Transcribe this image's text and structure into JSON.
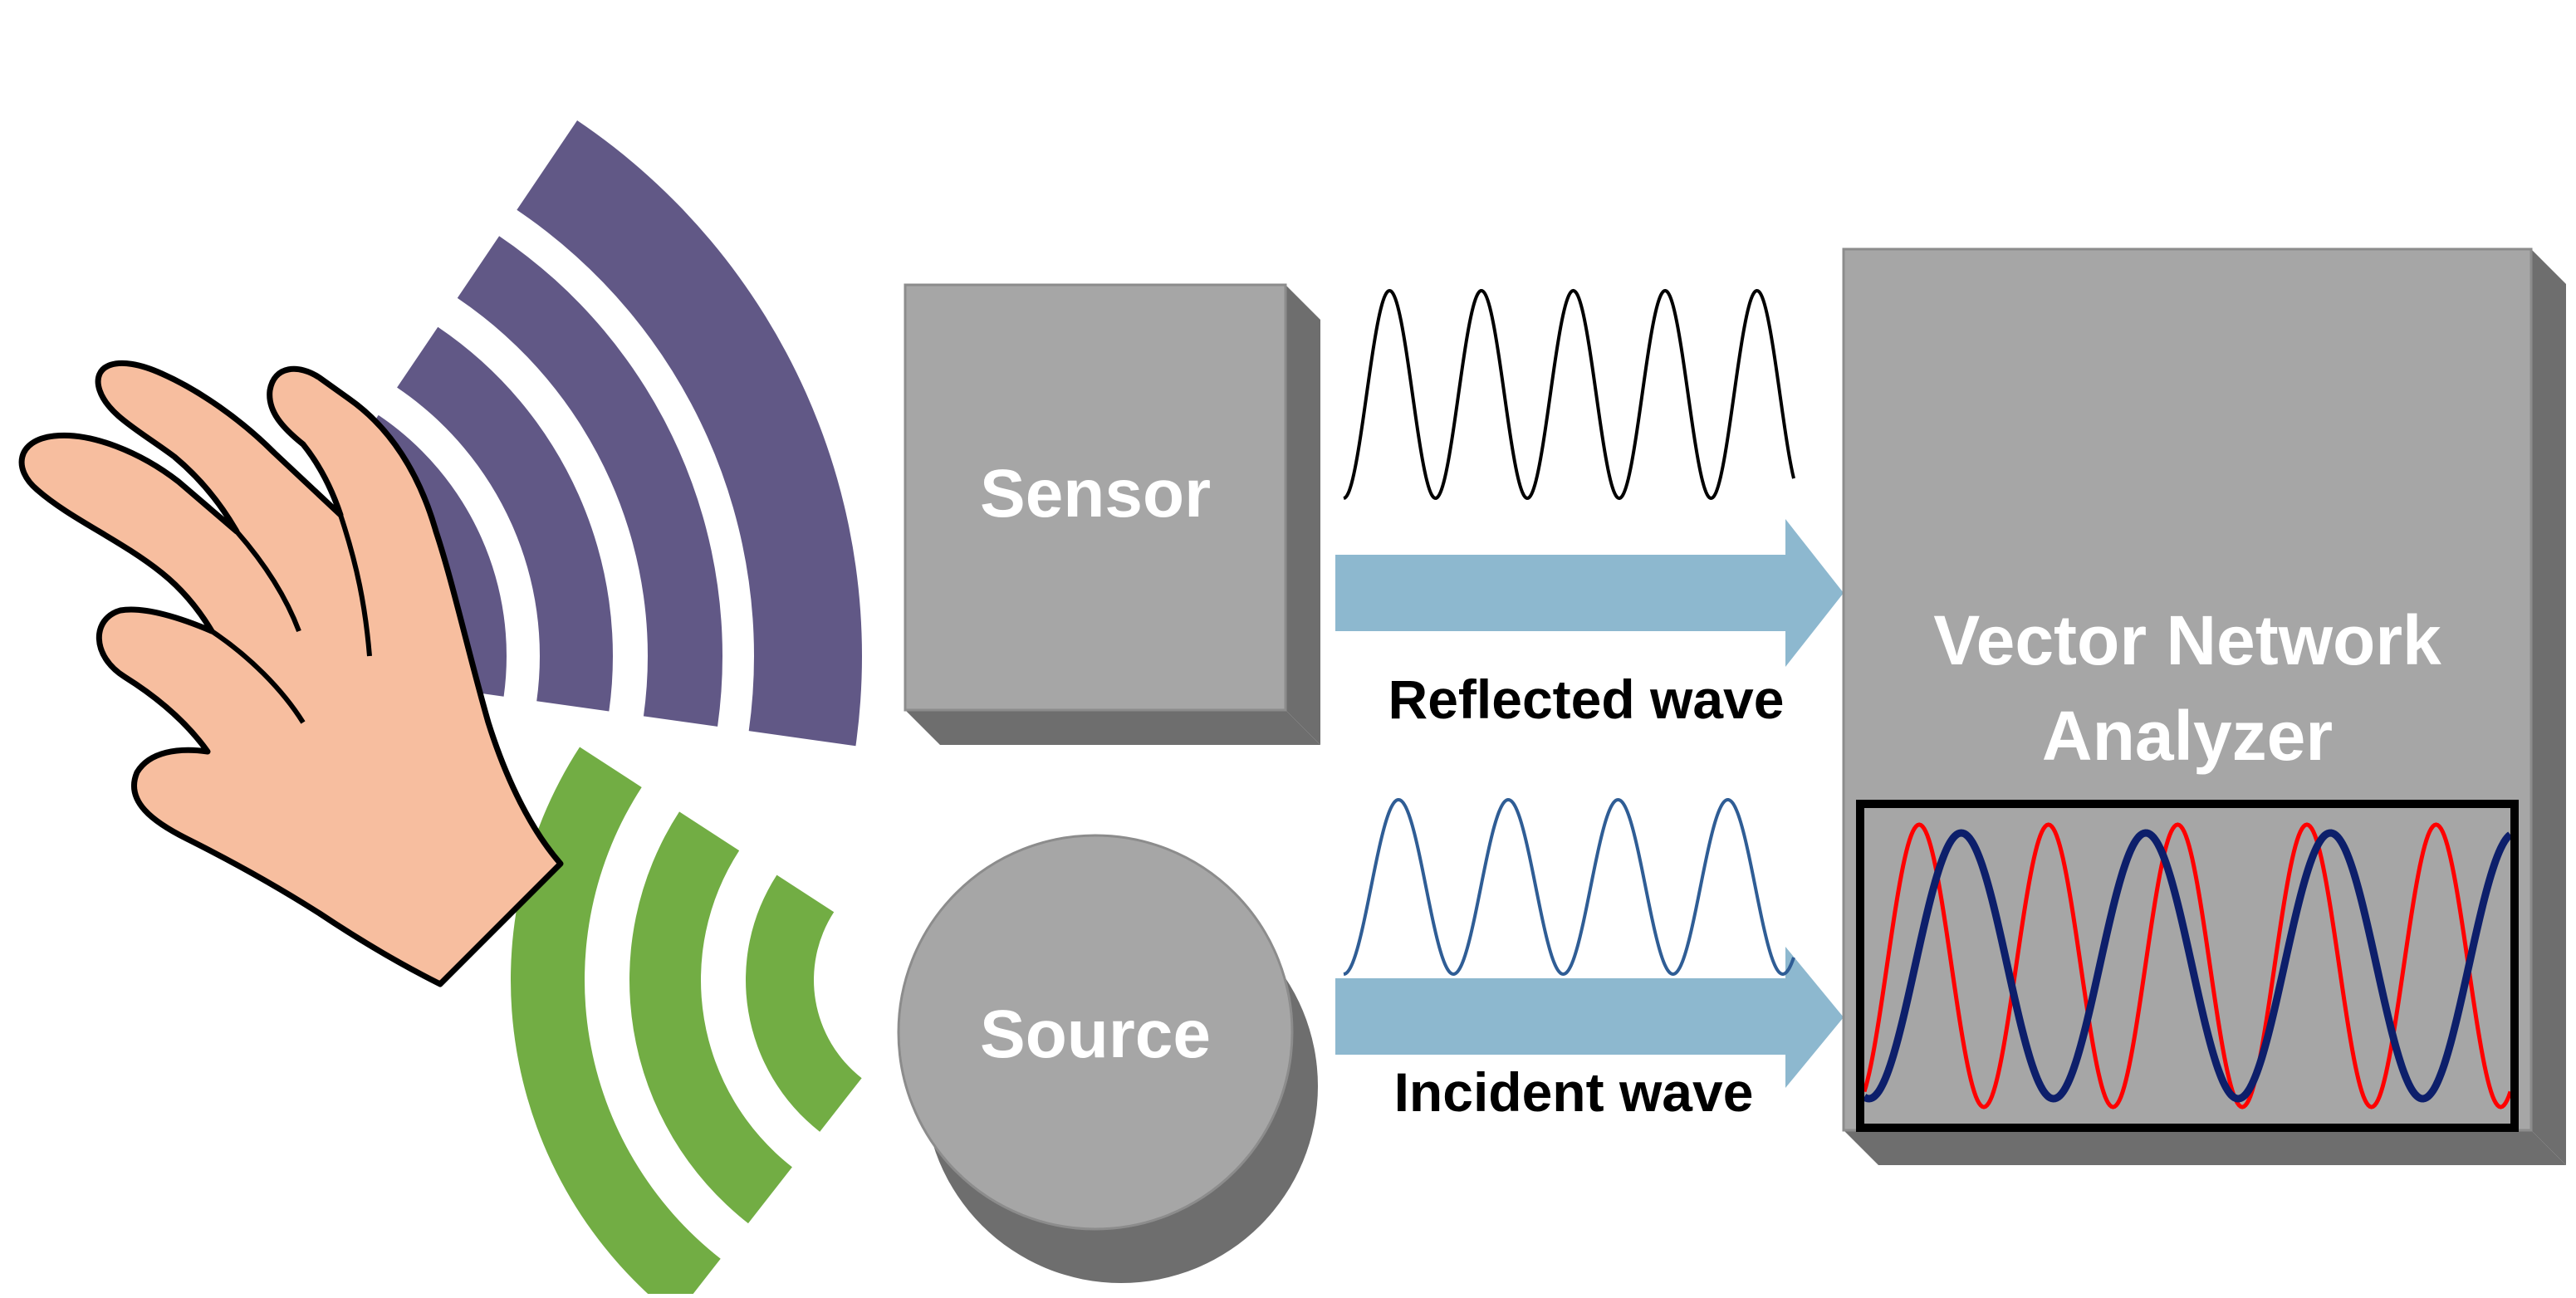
{
  "diagram": {
    "sensor_label": "Sensor",
    "source_label": "Source",
    "analyzer_label_line1": "Vector Network",
    "analyzer_label_line2": "Analyzer",
    "reflected_wave_label": "Reflected wave",
    "incident_wave_label": "Incident wave"
  },
  "colors": {
    "block_fill": "#a6a6a6",
    "block_shadow": "#6e6e6e",
    "arrow": "#8db8cf",
    "reflected_arcs": "#615886",
    "incident_arcs": "#72ad44",
    "hand_skin": "#f7be9f",
    "reflected_wave_line": "#000000",
    "incident_wave_line": "#2f5d95",
    "screen_trace_red": "#ff0000",
    "screen_trace_blue": "#0d1f6b"
  }
}
